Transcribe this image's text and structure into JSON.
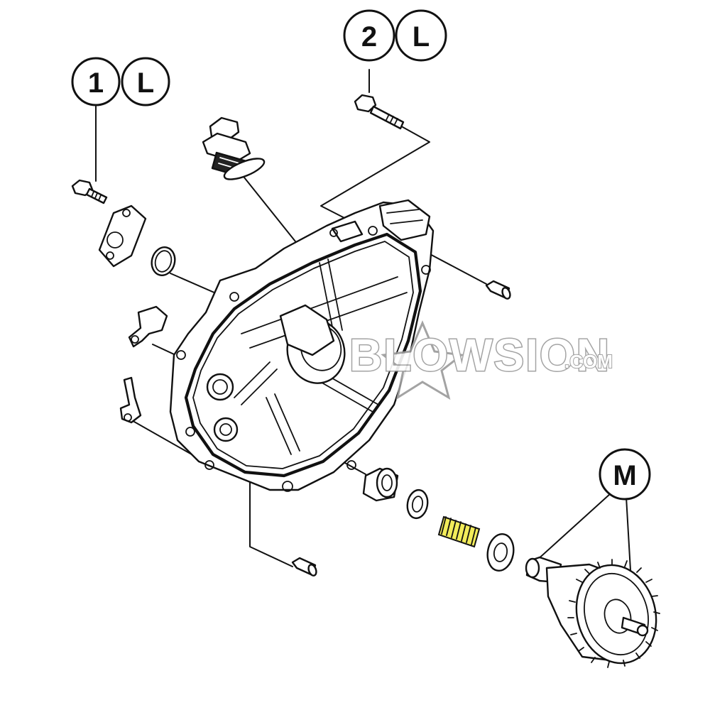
{
  "callouts": {
    "bolt_1": {
      "number": "1",
      "code": "L"
    },
    "bolt_2": {
      "number": "2",
      "code": "L"
    },
    "starter_m": {
      "code": "M"
    }
  },
  "watermark": {
    "brand": "BLOWSION",
    "suffix": ".COM"
  },
  "colors": {
    "line": "#111111",
    "highlight_spring": "#f2ec5a",
    "watermark": "#9a9a9a"
  }
}
